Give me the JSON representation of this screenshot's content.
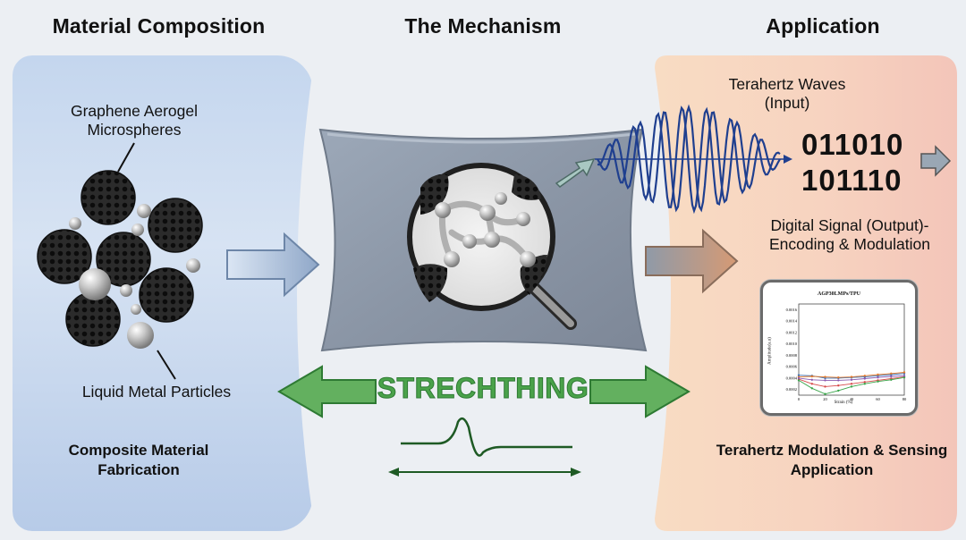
{
  "headings": {
    "material_composition": "Material Composition",
    "mechanism": "The Mechanism",
    "application": "Application"
  },
  "left": {
    "graphene_label": "Graphene Aerogel Microspheres",
    "liquid_metal_label": "Liquid Metal Particles",
    "fabrication_label": "Composite Material Fabrication"
  },
  "center": {
    "stretching_label": "STRECHTHING"
  },
  "right": {
    "thz_waves_label": "Terahertz Waves (Input)",
    "binary_line_1": "011010",
    "binary_line_2": "101110",
    "digital_signal_label": "Digital Signal (Output)- Encoding & Modulation",
    "application_label": "Terahertz Modulation & Sensing Application"
  },
  "chart_data": {
    "type": "line",
    "title": "AGP30LMPs/TPU",
    "xlabel": "Strain (%)",
    "ylabel": "Amplitude(a.u)",
    "x": [
      0,
      10,
      20,
      30,
      40,
      50,
      60,
      70,
      80
    ],
    "x_ticks": [
      "0",
      "20",
      "40",
      "60",
      "80"
    ],
    "y_ticks": [
      "0.0002",
      "0.0004",
      "0.0006",
      "0.0008",
      "0.0010",
      "0.0012",
      "0.0014",
      "0.0016"
    ],
    "ylim": [
      0.0001,
      0.0017
    ],
    "series": [
      {
        "color": "#3a6fb5",
        "values": [
          0.00045,
          0.00044,
          0.0004,
          0.0004,
          0.00041,
          0.00042,
          0.00044,
          0.00046,
          0.00048
        ]
      },
      {
        "color": "#e07a2e",
        "values": [
          0.00042,
          0.00043,
          0.00042,
          0.00041,
          0.00042,
          0.00044,
          0.00046,
          0.00048,
          0.0005
        ]
      },
      {
        "color": "#d64b4b",
        "values": [
          0.00038,
          0.0003,
          0.00025,
          0.00027,
          0.0003,
          0.00033,
          0.00036,
          0.00039,
          0.00042
        ]
      },
      {
        "color": "#3aa54a",
        "values": [
          0.00036,
          0.00022,
          0.00012,
          0.00018,
          0.00025,
          0.0003,
          0.00034,
          0.00037,
          0.00041
        ]
      },
      {
        "color": "#8a5bb0",
        "values": [
          0.0004,
          0.00037,
          0.00036,
          0.00036,
          0.00037,
          0.00039,
          0.00041,
          0.00043,
          0.00044
        ]
      }
    ]
  }
}
